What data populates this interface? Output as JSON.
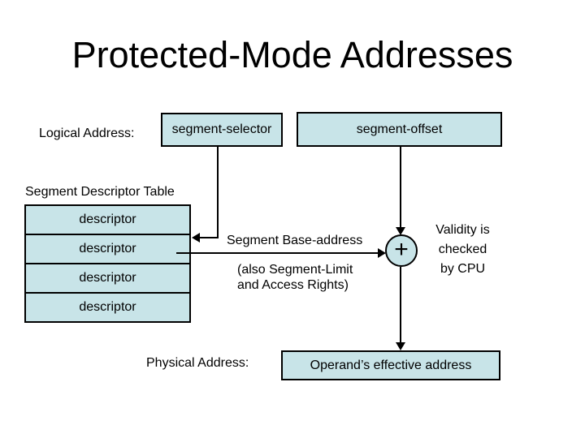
{
  "slide": {
    "title": "Protected-Mode Addresses"
  },
  "colors": {
    "box_fill": "#c8e4e8",
    "line": "#000000",
    "background": "#ffffff"
  },
  "logical_address": {
    "label": "Logical Address:",
    "segment_selector": "segment-selector",
    "segment_offset": "segment-offset"
  },
  "descriptor_table": {
    "heading": "Segment Descriptor Table",
    "rows": [
      "descriptor",
      "descriptor",
      "descriptor",
      "descriptor"
    ]
  },
  "base_address": {
    "label": "Segment Base-address",
    "note_line1": "(also Segment-Limit",
    "note_line2": "and Access Rights)"
  },
  "adder": {
    "plus_symbol": "+"
  },
  "validity": {
    "line1": "Validity is",
    "line2": "checked",
    "line3": "by CPU"
  },
  "physical_address": {
    "label": "Physical Address:",
    "value": "Operand’s effective address"
  }
}
